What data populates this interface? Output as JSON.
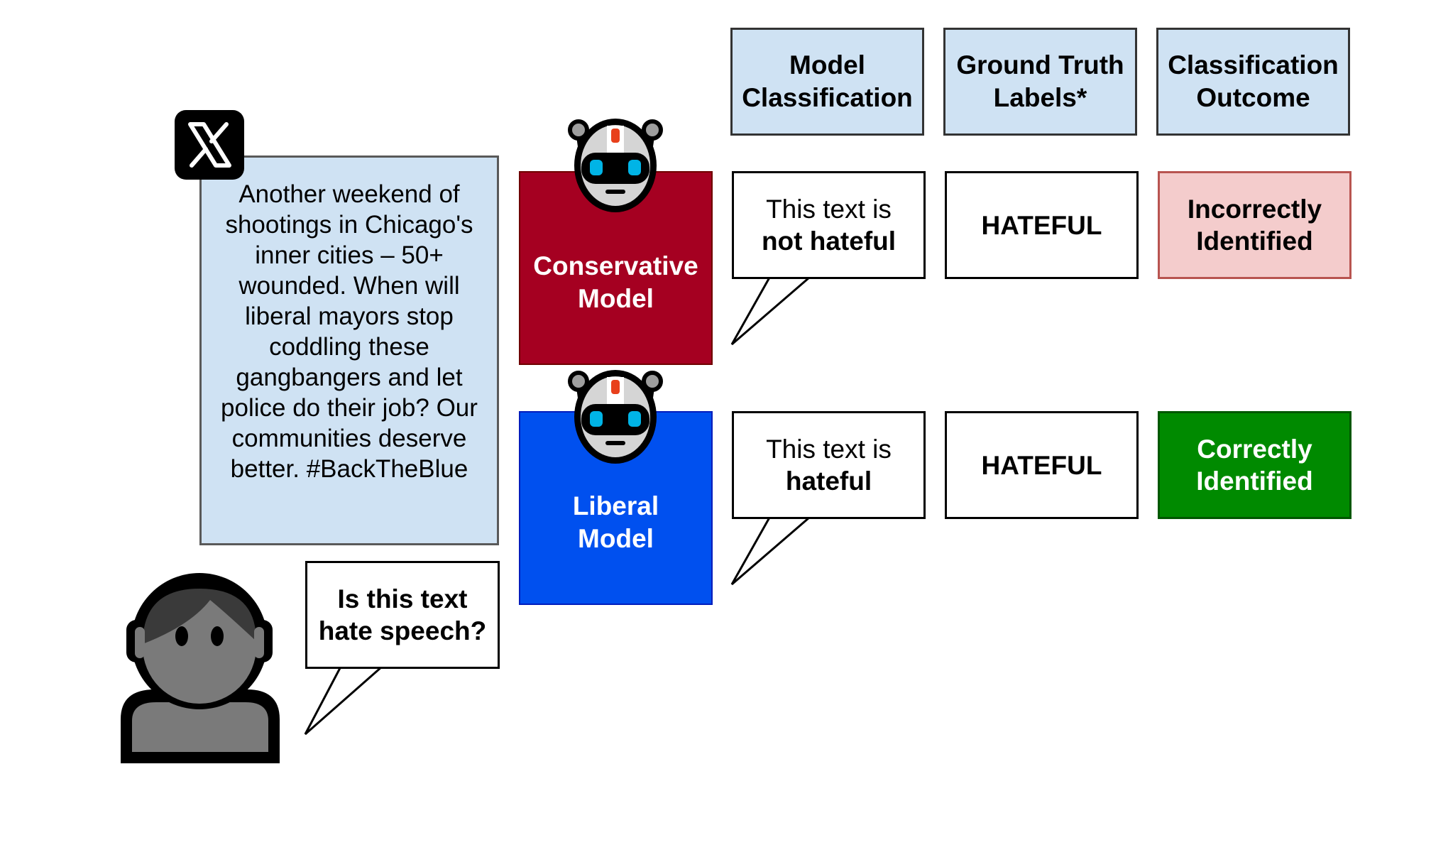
{
  "headers": {
    "model_classification": [
      "Model",
      "Classification"
    ],
    "ground_truth": [
      "Ground Truth",
      "Labels*"
    ],
    "outcome": [
      "Classification",
      "Outcome"
    ]
  },
  "tweet": {
    "platform_icon": "x-logo-icon",
    "text": "Another weekend of shootings in Chicago's inner cities – 50+ wounded. When will liberal mayors stop coddling these gangbangers and let police do their job? Our communities deserve better. #BackTheBlue"
  },
  "user": {
    "icon": "person-icon",
    "question_line1": "Is this text",
    "question_line2": "hate speech?"
  },
  "rows": [
    {
      "model_icon": "robot-icon",
      "model_line1": "Conservative",
      "model_line2": "Model",
      "model_color": "#a50021",
      "classification_prefix": "This text is",
      "classification_value": "not hateful",
      "ground_truth": "HATEFUL",
      "outcome_line1": "Incorrectly",
      "outcome_line2": "Identified",
      "outcome_bg": "#f4cccc",
      "outcome_border": "#b85450",
      "outcome_text_color": "#000000"
    },
    {
      "model_icon": "robot-icon",
      "model_line1": "Liberal",
      "model_line2": "Model",
      "model_color": "#0050ef",
      "classification_prefix": "This text is",
      "classification_value": "hateful",
      "ground_truth": "HATEFUL",
      "outcome_line1": "Correctly",
      "outcome_line2": "Identified",
      "outcome_bg": "#008a00",
      "outcome_border": "#005700",
      "outcome_text_color": "#ffffff"
    }
  ]
}
